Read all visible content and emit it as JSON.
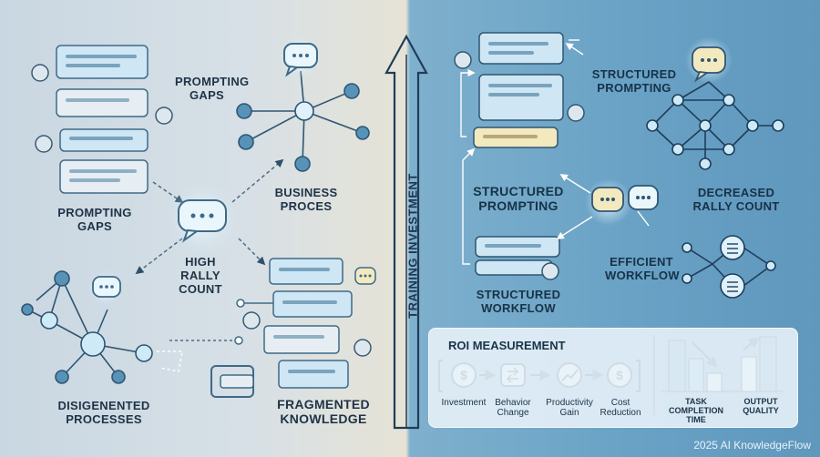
{
  "left": {
    "prompting_gaps_top": "PROMPTING\nGAPS",
    "prompting_gaps_left": "PROMPTING\nGAPS",
    "business_proces": "BUSINESS\nPROCES",
    "high_rally_count": "HIGH RALLY\nCOUNT",
    "disigenented_processes": "DISIGENENTED\nPROCESSES",
    "fragmented_knowledge": "FRAGMENTED\nKNOWLEDGE"
  },
  "center": {
    "training_investment": "TRAINING INVESTMENT"
  },
  "right": {
    "structured_prompting_top": "STRUCTURED\nPROMPTING",
    "structured_prompting_mid": "STRUCTURED\nPROMPTING",
    "decreased_rally_count": "DECREASED\nRALLY COUNT",
    "efficient_workflow": "EFFICIENT\nWORKFLOW",
    "structured_workflow": "STRUCTURED\nWORKFLOW"
  },
  "roi": {
    "title": "ROI MEASUREMENT",
    "steps": [
      "Investment",
      "Behavior\nChange",
      "Productivity\nGain",
      "Cost\nReduction"
    ],
    "metrics": [
      "TASK\nCOMPLETION\nTIME",
      "OUTPUT\nQUALITY"
    ]
  },
  "footer": "2025 AI KnowledgeFlow",
  "colors": {
    "bubble": "#cfe6f4",
    "node": "#4f8fb5",
    "accent_yellow": "#f3e9bf",
    "arrow": "#2d4f6b"
  }
}
